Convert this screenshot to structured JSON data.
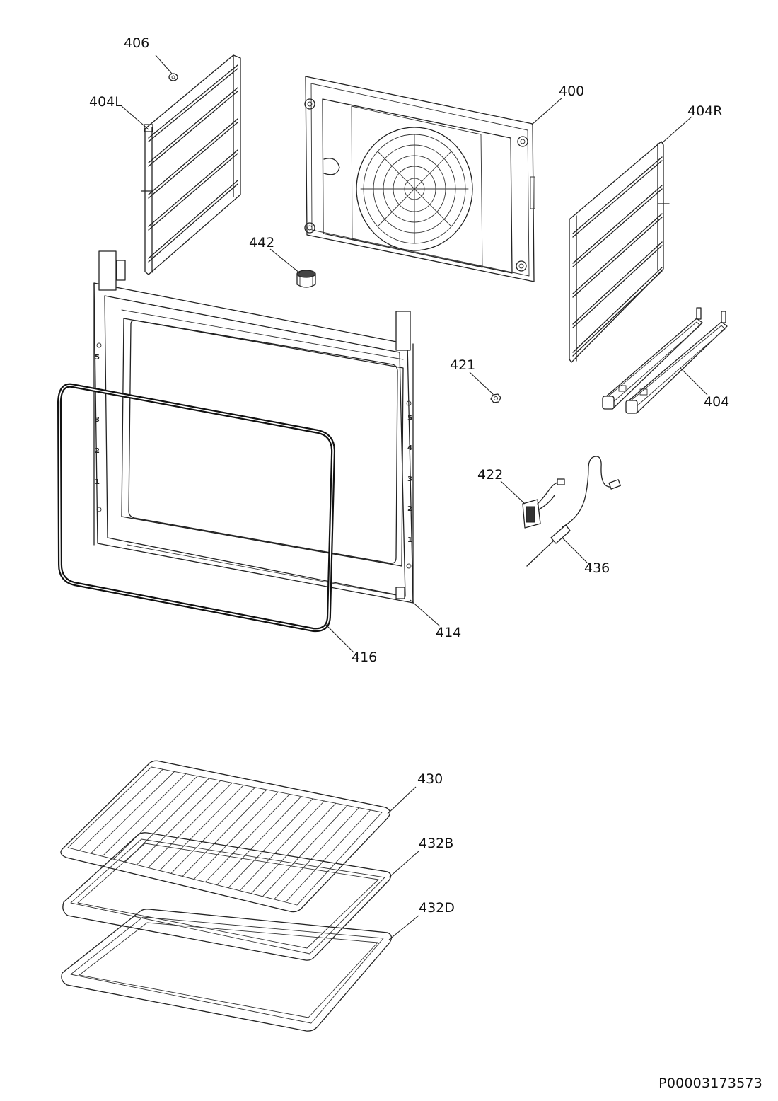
{
  "diagram": {
    "parts": [
      {
        "id": "p406",
        "label": "406"
      },
      {
        "id": "p404L",
        "label": "404L"
      },
      {
        "id": "p400",
        "label": "400"
      },
      {
        "id": "p404R",
        "label": "404R"
      },
      {
        "id": "p442",
        "label": "442"
      },
      {
        "id": "p421",
        "label": "421"
      },
      {
        "id": "p404",
        "label": "404"
      },
      {
        "id": "p422",
        "label": "422"
      },
      {
        "id": "p436",
        "label": "436"
      },
      {
        "id": "p414",
        "label": "414"
      },
      {
        "id": "p416",
        "label": "416"
      },
      {
        "id": "p430",
        "label": "430"
      },
      {
        "id": "p432B",
        "label": "432B"
      },
      {
        "id": "p432D",
        "label": "432D"
      }
    ],
    "document_id": "P00003173573"
  }
}
